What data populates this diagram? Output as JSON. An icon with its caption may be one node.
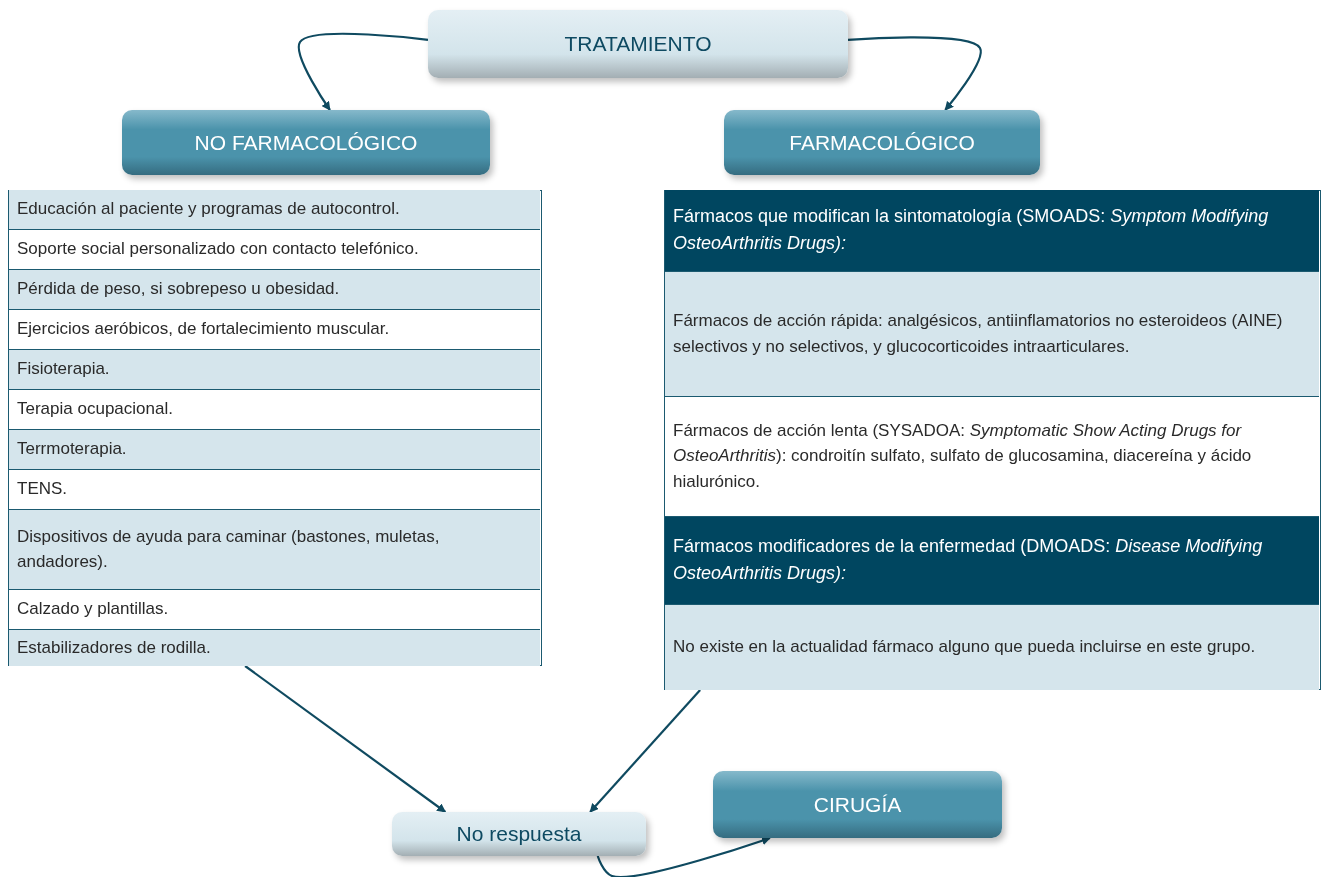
{
  "diagram": {
    "nodes": [
      {
        "text": [
          "TRATAMIENTO"
        ]
      },
      {
        "text": [
          "NO FARMACOLÓGICO"
        ]
      },
      {
        "text": [
          "FARMACOLÓGICO"
        ]
      },
      {
        "text": [],
        "shape": "box"
      },
      {
        "text": [
          "Educación al paciente y programas de autocontrol."
        ],
        "in": 3
      },
      {
        "text": [
          "Soporte social personalizado con contacto telefónico."
        ],
        "in": 3
      },
      {
        "text": [
          "Pérdida de peso, si sobrepeso u obesidad."
        ],
        "in": 3
      },
      {
        "text": [
          "Ejercicios aeróbicos, de fortalecimiento muscular."
        ],
        "in": 3
      },
      {
        "text": [
          "Fisioterapia."
        ],
        "in": 3
      },
      {
        "text": [
          "Terapia ocupacional."
        ],
        "in": 3
      },
      {
        "text": [
          "Terrmoterapia."
        ],
        "in": 3
      },
      {
        "text": [
          "TENS."
        ],
        "in": 3
      },
      {
        "text": [
          "Dispositivos de ayuda para caminar (bastones, muletas, andadores)."
        ],
        "in": 3
      },
      {
        "text": [
          "Calzado y plantillas."
        ],
        "in": 3
      },
      {
        "text": [
          "Estabilizadores de rodilla."
        ],
        "in": 3
      },
      {
        "text": [],
        "shape": "box"
      },
      {
        "text": [
          "Fármacos que modifican la sintomatología (SMOADS: *Symptom Modifying OsteoArthritis Drugs):*"
        ],
        "in": 15
      },
      {
        "text": [
          "Fármacos de acción rápida: analgésicos, antiinflamatorios no esteroideos (AINE) selectivos y no selectivos, y glucocorticoides intraarticulares."
        ],
        "in": 15
      },
      {
        "text": [
          "Fármacos de acción lenta (SYSADOA: *Symptomatic Show Acting Drugs for OsteoArthritis*): condroitín sulfato, sulfato de glucosamina, diacereína y ácido hialurónico."
        ],
        "in": 15
      },
      {
        "text": [
          "Fármacos modificadores de la enfermedad (DMOADS: *Disease Modifying OsteoArthritis Drugs):*"
        ],
        "in": 15
      },
      {
        "text": [
          "No existe en la actualidad fármaco alguno que pueda incluirse en este grupo."
        ],
        "in": 15
      },
      {
        "text": [
          "No respuesta"
        ]
      },
      {
        "text": [
          "CIRUGÍA"
        ]
      }
    ],
    "edges": [
      {
        "from": 0,
        "to": 1,
        "arrow": "to"
      },
      {
        "from": 0,
        "to": 2,
        "arrow": "to"
      },
      {
        "from": 3,
        "to": 21,
        "arrow": "to"
      },
      {
        "from": 15,
        "to": 21,
        "arrow": "to"
      },
      {
        "from": 21,
        "to": 22,
        "arrow": "to"
      }
    ]
  }
}
